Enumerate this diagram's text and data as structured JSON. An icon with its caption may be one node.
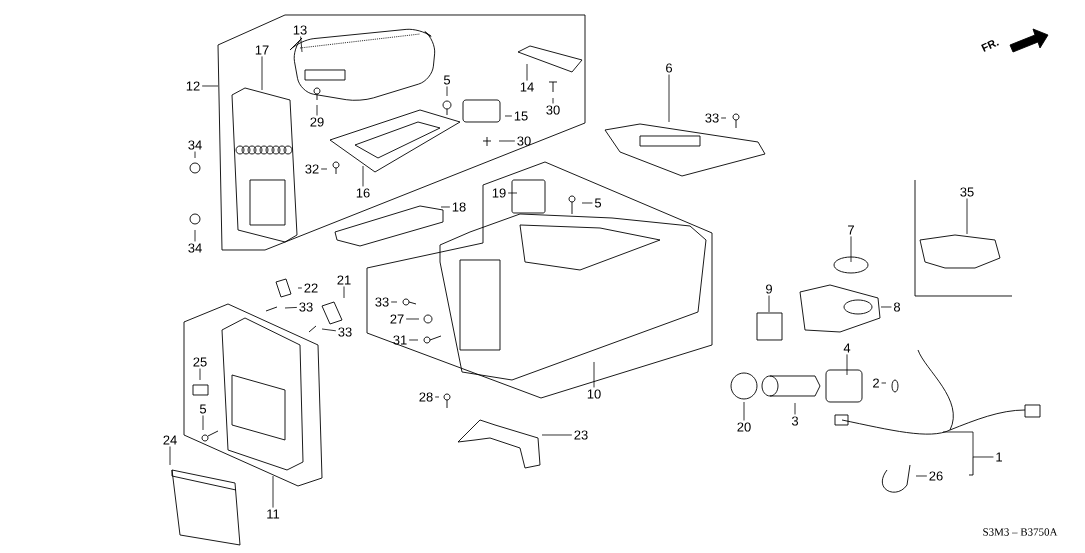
{
  "diagram": {
    "nodes": [
      {
        "text": [
          "12"
        ]
      },
      {
        "text": [
          "13"
        ]
      },
      {
        "text": [
          "17"
        ]
      },
      {
        "text": [
          "5"
        ]
      },
      {
        "text": [
          "29"
        ]
      },
      {
        "text": [
          "14"
        ]
      },
      {
        "text": [
          "30"
        ]
      },
      {
        "text": [
          "15"
        ]
      },
      {
        "text": [
          "30"
        ]
      },
      {
        "text": [
          "32"
        ]
      },
      {
        "text": [
          "16"
        ]
      },
      {
        "text": [
          "34"
        ]
      },
      {
        "text": [
          "34"
        ]
      },
      {
        "text": [
          "18"
        ]
      },
      {
        "text": [
          "19"
        ]
      },
      {
        "text": [
          "5"
        ]
      },
      {
        "text": [
          "6"
        ]
      },
      {
        "text": [
          "33"
        ]
      },
      {
        "text": [
          "35"
        ]
      },
      {
        "text": [
          "7"
        ]
      },
      {
        "text": [
          "9"
        ]
      },
      {
        "text": [
          "8"
        ]
      },
      {
        "text": [
          "22"
        ]
      },
      {
        "text": [
          "33"
        ]
      },
      {
        "text": [
          "21"
        ]
      },
      {
        "text": [
          "33"
        ]
      },
      {
        "text": [
          "33"
        ]
      },
      {
        "text": [
          "27"
        ]
      },
      {
        "text": [
          "31"
        ]
      },
      {
        "text": [
          "25"
        ]
      },
      {
        "text": [
          "5"
        ]
      },
      {
        "text": [
          "24"
        ]
      },
      {
        "text": [
          "11"
        ]
      },
      {
        "text": [
          "28"
        ]
      },
      {
        "text": [
          "23"
        ]
      },
      {
        "text": [
          "10"
        ]
      },
      {
        "text": [
          "4"
        ]
      },
      {
        "text": [
          "2"
        ]
      },
      {
        "text": [
          "20"
        ]
      },
      {
        "text": [
          "3"
        ]
      },
      {
        "text": [
          "1"
        ]
      },
      {
        "text": [
          "26"
        ]
      }
    ],
    "edges": [
      {
        "from": 0,
        "to": null,
        "arrow": "none"
      },
      {
        "from": 1,
        "to": null,
        "arrow": "none"
      },
      {
        "from": 2,
        "to": null,
        "arrow": "none"
      },
      {
        "from": 3,
        "to": null,
        "arrow": "none"
      },
      {
        "from": 4,
        "to": null,
        "arrow": "none"
      },
      {
        "from": 5,
        "to": null,
        "arrow": "none"
      },
      {
        "from": 6,
        "to": null,
        "arrow": "none"
      },
      {
        "from": 7,
        "to": null,
        "arrow": "none"
      },
      {
        "from": 8,
        "to": null,
        "arrow": "none"
      },
      {
        "from": 9,
        "to": null,
        "arrow": "none"
      },
      {
        "from": 10,
        "to": null,
        "arrow": "none"
      },
      {
        "from": 11,
        "to": null,
        "arrow": "none"
      },
      {
        "from": 12,
        "to": null,
        "arrow": "none"
      },
      {
        "from": 13,
        "to": null,
        "arrow": "none"
      },
      {
        "from": 14,
        "to": null,
        "arrow": "none"
      },
      {
        "from": 15,
        "to": null,
        "arrow": "none"
      },
      {
        "from": 16,
        "to": null,
        "arrow": "none"
      },
      {
        "from": 17,
        "to": null,
        "arrow": "none"
      },
      {
        "from": 18,
        "to": null,
        "arrow": "none"
      },
      {
        "from": 19,
        "to": null,
        "arrow": "none"
      },
      {
        "from": 20,
        "to": null,
        "arrow": "none"
      },
      {
        "from": 21,
        "to": null,
        "arrow": "none"
      },
      {
        "from": 22,
        "to": null,
        "arrow": "none"
      },
      {
        "from": 23,
        "to": null,
        "arrow": "none"
      },
      {
        "from": 24,
        "to": null,
        "arrow": "none"
      },
      {
        "from": 25,
        "to": null,
        "arrow": "none"
      },
      {
        "from": 26,
        "to": null,
        "arrow": "none"
      },
      {
        "from": 27,
        "to": null,
        "arrow": "none"
      },
      {
        "from": 28,
        "to": null,
        "arrow": "none"
      },
      {
        "from": 29,
        "to": null,
        "arrow": "none"
      },
      {
        "from": 30,
        "to": null,
        "arrow": "none"
      },
      {
        "from": 31,
        "to": null,
        "arrow": "none"
      },
      {
        "from": 32,
        "to": null,
        "arrow": "none"
      },
      {
        "from": 33,
        "to": null,
        "arrow": "none"
      },
      {
        "from": 34,
        "to": null,
        "arrow": "none"
      },
      {
        "from": 35,
        "to": null,
        "arrow": "none"
      },
      {
        "from": 36,
        "to": null,
        "arrow": "none"
      },
      {
        "from": 37,
        "to": null,
        "arrow": "none"
      },
      {
        "from": 38,
        "to": null,
        "arrow": "none"
      },
      {
        "from": 39,
        "to": null,
        "arrow": "none"
      },
      {
        "from": 40,
        "to": null,
        "arrow": "none"
      },
      {
        "from": 41,
        "to": null,
        "arrow": "none"
      }
    ],
    "labels": [
      "FR.",
      "S3M3 – B3750A"
    ]
  }
}
